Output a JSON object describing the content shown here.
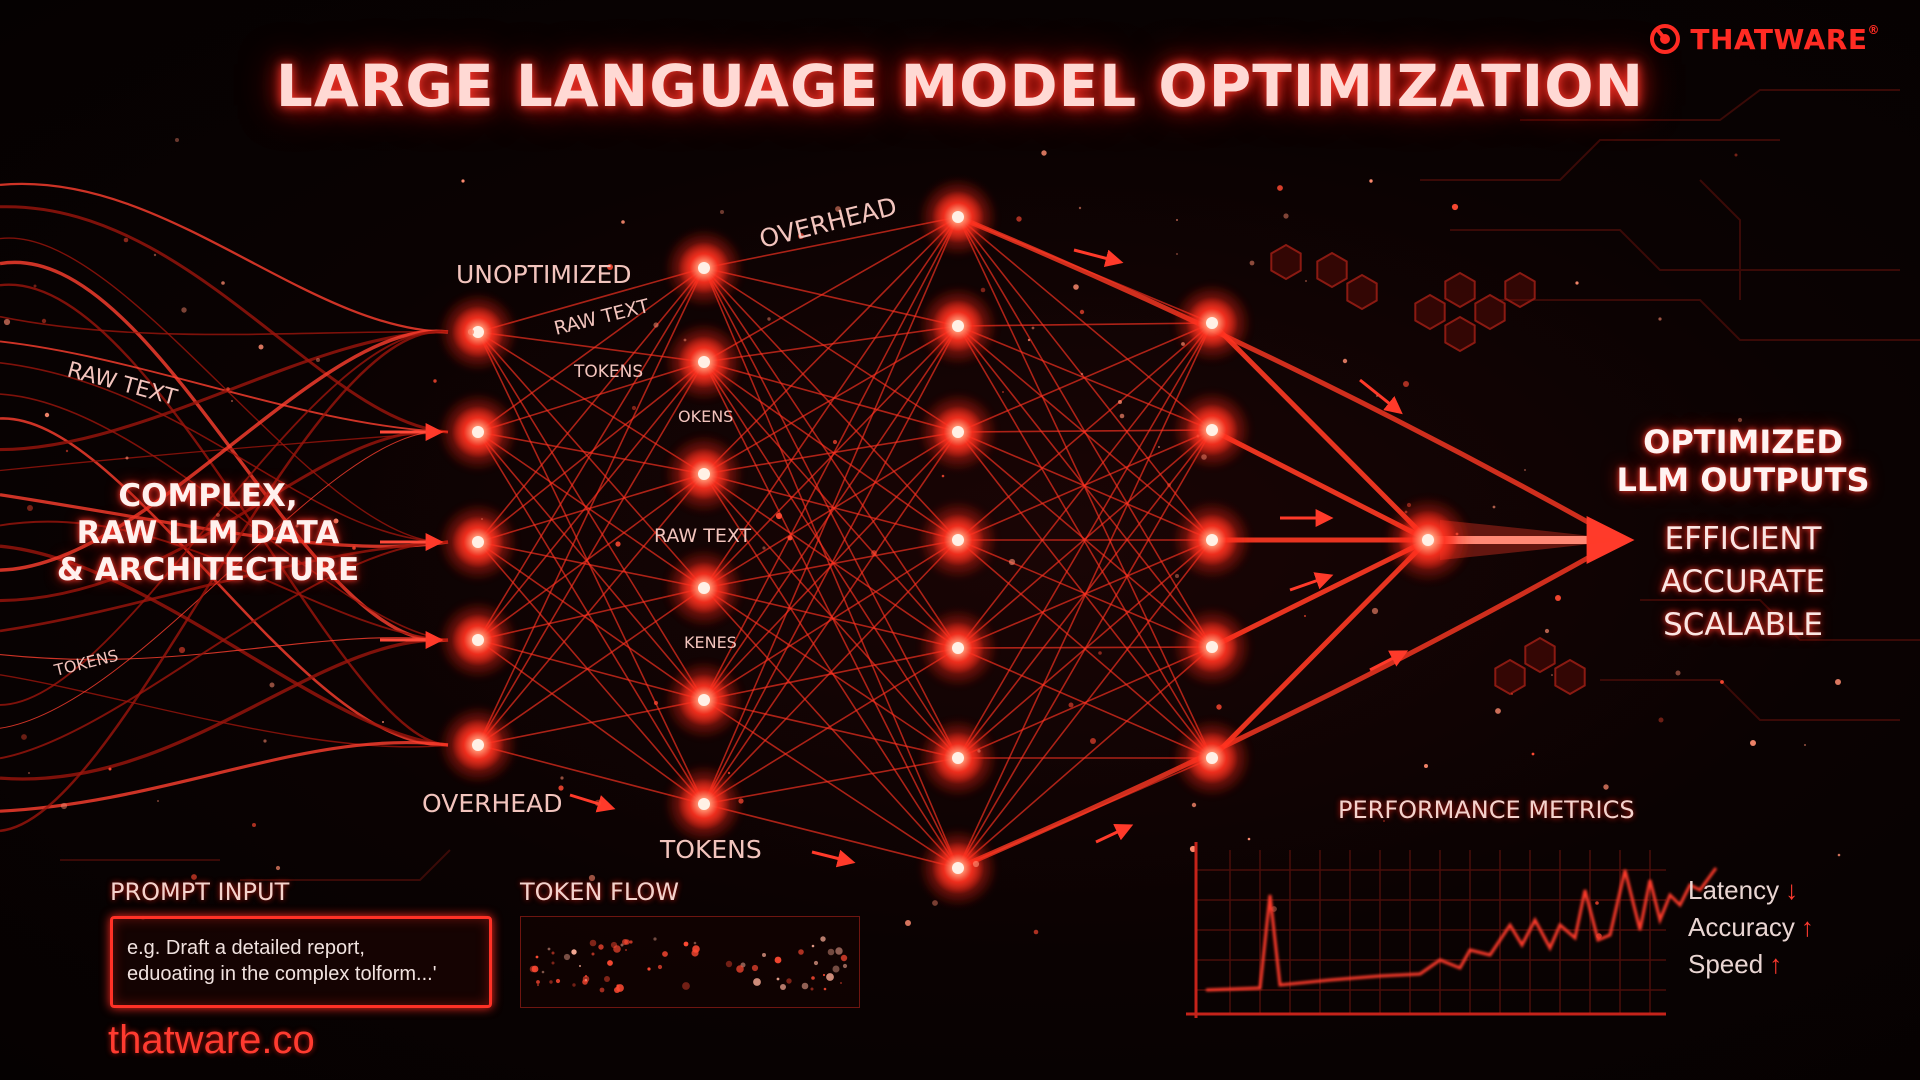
{
  "title": "LARGE LANGUAGE MODEL OPTIMIZATION",
  "brand": {
    "name": "THATWARE",
    "registered_mark": "®",
    "website": "thatware.co",
    "icon": "thatware-logo-icon"
  },
  "input": {
    "label_lines": [
      "COMPLEX,",
      "RAW LLM DATA",
      "& ARCHITECTURE"
    ]
  },
  "network_labels": {
    "unoptimized": "UNOPTIMIZED",
    "raw_text_1": "RAW TEXT",
    "tokens_1": "TOKENS",
    "okens": "OKENS",
    "raw_text_2": "RAW TEXT",
    "kenes": "KENES",
    "overhead_top": "OVERHEAD",
    "overhead_bottom": "OVERHEAD",
    "tokens_bottom": "TOKENS",
    "stream_raw_text": "RAW TEXT",
    "stream_tokens": "TOKENS"
  },
  "output": {
    "title_lines": [
      "OPTIMIZED",
      "LLM OUTPUTS"
    ],
    "qualities": [
      "EFFICIENT",
      "ACCURATE",
      "SCALABLE"
    ]
  },
  "prompt_input": {
    "label": "PROMPT INPUT",
    "text_lines": [
      "e.g.  Draft a detailed report,",
      "eduoating in the complex tolform...'"
    ]
  },
  "token_flow": {
    "label": "TOKEN FLOW"
  },
  "performance": {
    "label": "PERFORMANCE METRICS",
    "legend": [
      {
        "name": "Latency",
        "arrow": "↓"
      },
      {
        "name": "Accuracy",
        "arrow": "↑"
      },
      {
        "name": "Speed",
        "arrow": "↑"
      }
    ]
  },
  "colors": {
    "accent": "#ff2b20",
    "glow": "#ff3b2f",
    "background": "#0a0202",
    "text": "#f3d9d6"
  }
}
